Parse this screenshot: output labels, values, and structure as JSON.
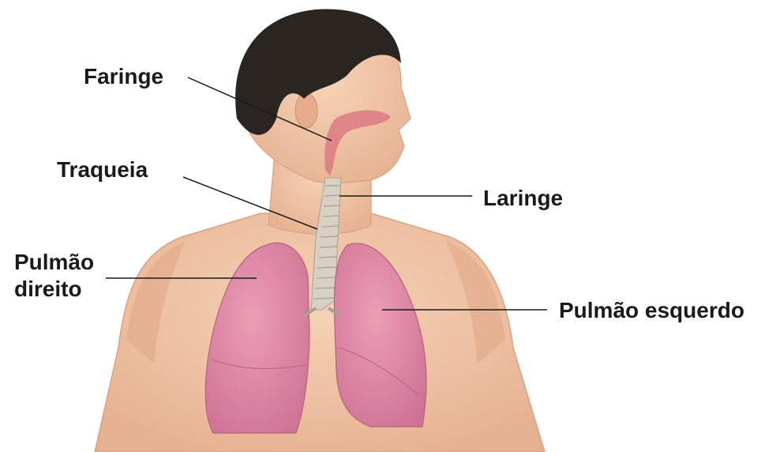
{
  "labels": {
    "faringe": "Faringe",
    "traqueia": "Traqueia",
    "laringe": "Laringe",
    "pulmao_direito_line1": "Pulmão",
    "pulmao_direito_line2": "direito",
    "pulmao_esquerdo": "Pulmão esquerdo"
  },
  "colors": {
    "skin": "#f2c9a8",
    "skin_shadow": "#e2a988",
    "hair": "#2b2522",
    "lung": "#e08aa6",
    "trachea": "#d9d0c4",
    "pointer_line": "#1a1a1a",
    "text": "#1a1a1a"
  }
}
